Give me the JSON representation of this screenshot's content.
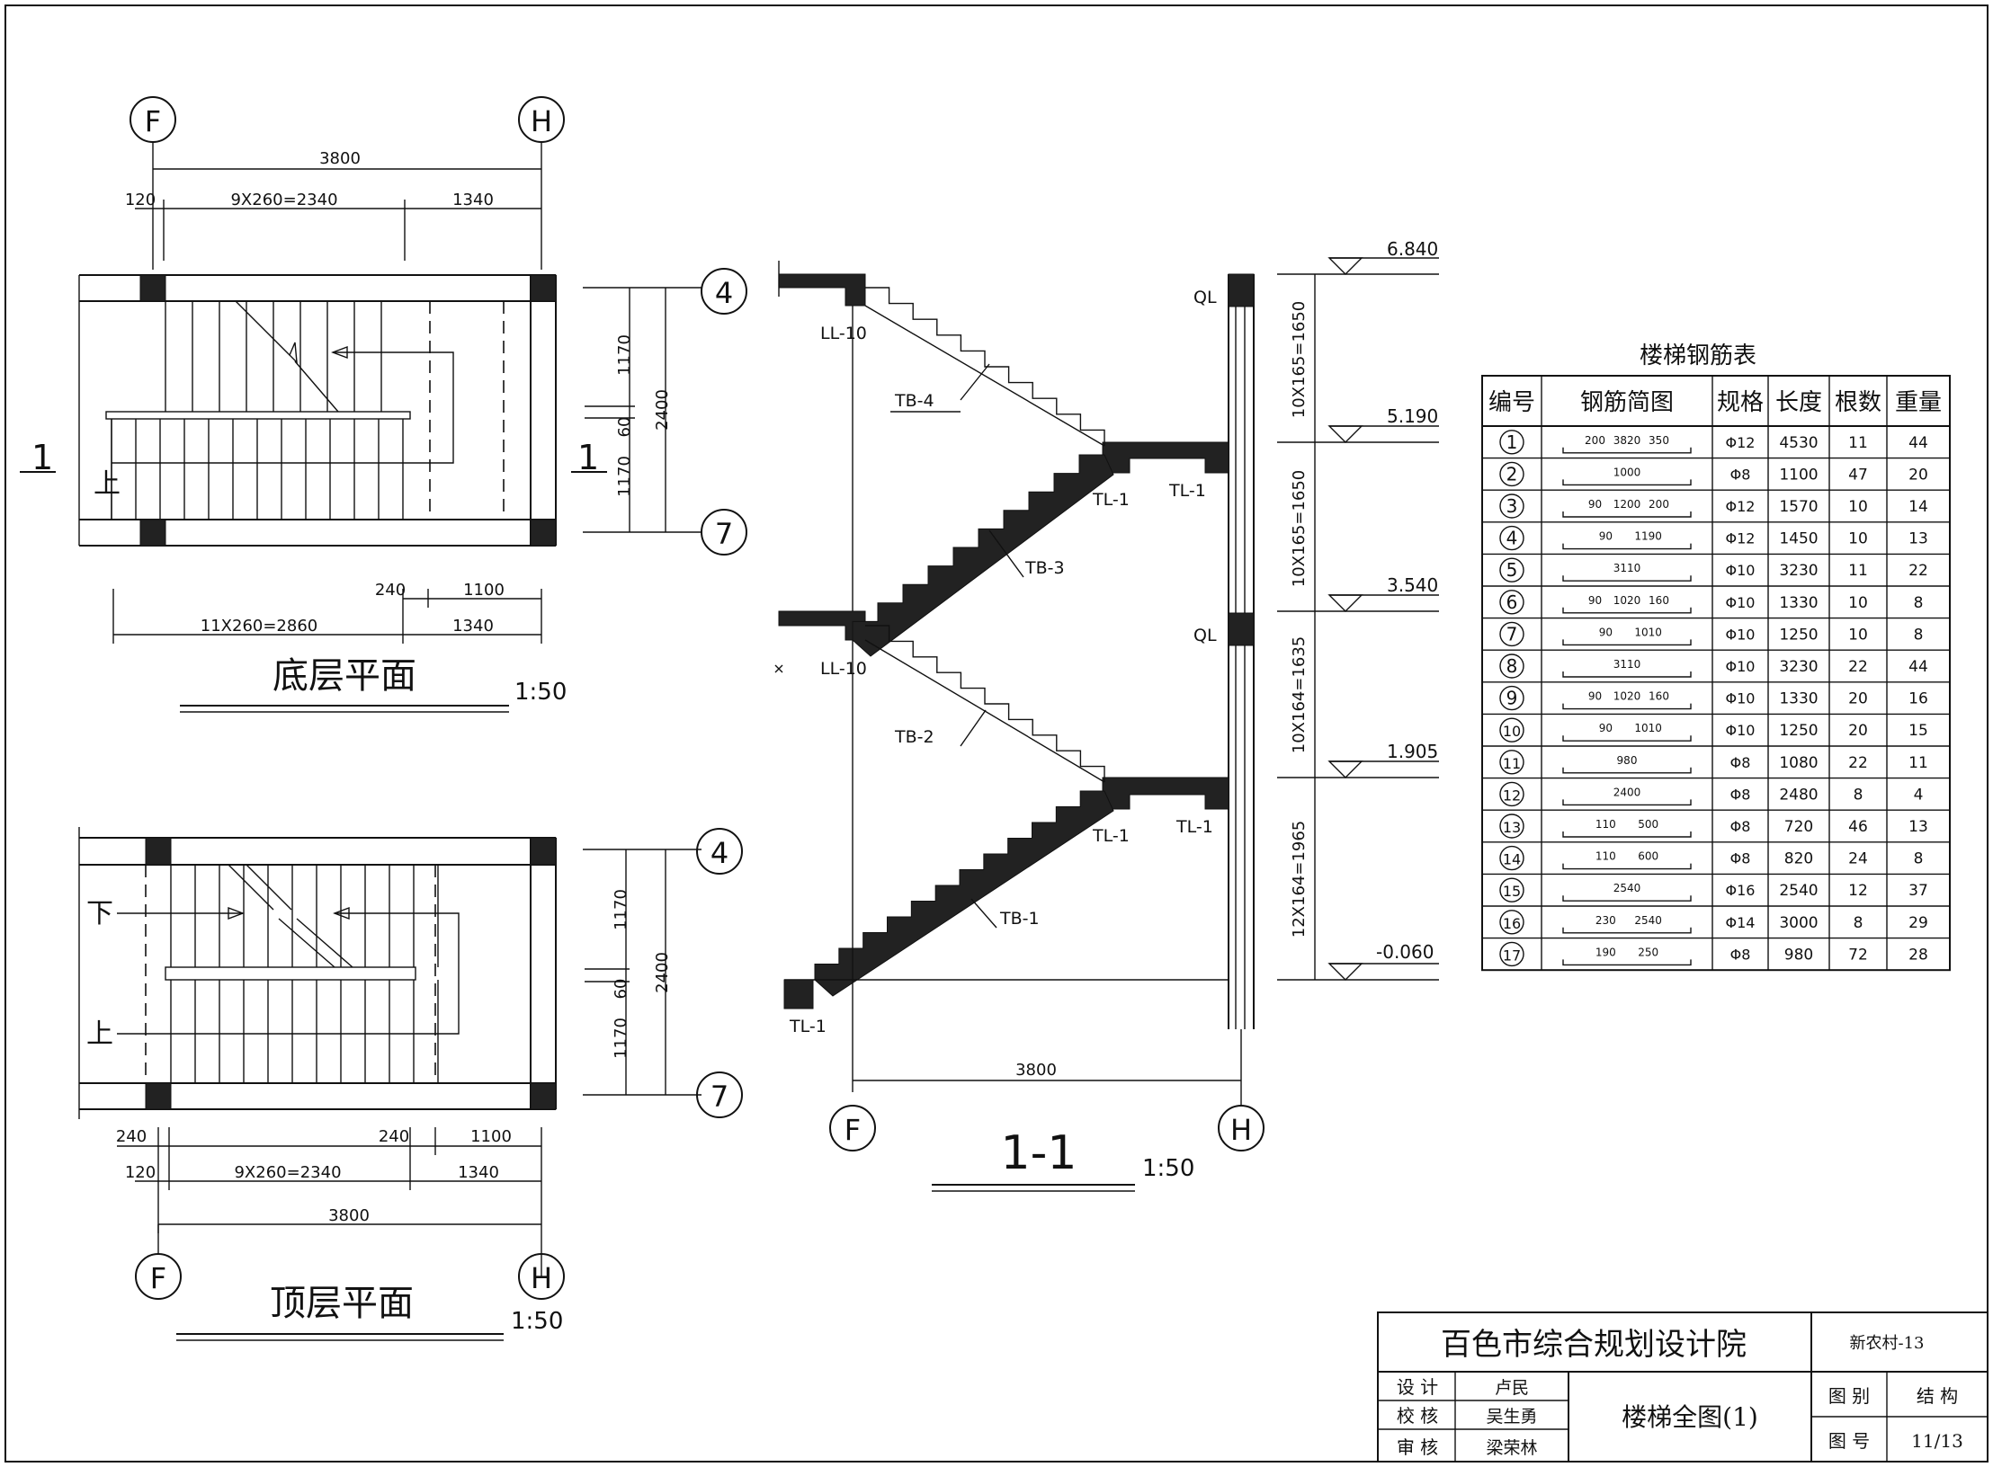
{
  "ground_plan": {
    "axis_f": "F",
    "axis_h": "H",
    "axis_4": "4",
    "axis_7": "7",
    "dim_total": "3800",
    "dim_120": "120",
    "dim_treads_top": "9X260=2340",
    "dim_1340_top": "1340",
    "dim_1170_a": "1170",
    "dim_60": "60",
    "dim_1170_b": "1170",
    "dim_2400": "2400",
    "dim_240": "240",
    "dim_1100": "1100",
    "dim_treads_bottom": "11X260=2860",
    "dim_1340_bottom": "1340",
    "up_label": "上",
    "section_mark": "1",
    "title": "底层平面",
    "scale": "1:50"
  },
  "top_plan": {
    "axis_f": "F",
    "axis_h": "H",
    "axis_4": "4",
    "axis_7": "7",
    "dim_1170_a": "1170",
    "dim_60": "60",
    "dim_1170_b": "1170",
    "dim_2400": "2400",
    "dim_240_left": "240",
    "dim_240_right": "240",
    "dim_1100": "1100",
    "dim_120": "120",
    "dim_treads": "9X260=2340",
    "dim_1340": "1340",
    "dim_total": "3800",
    "down_label": "下",
    "up_label": "上",
    "title": "顶层平面",
    "scale": "1:50"
  },
  "section": {
    "ll_top": "LL-10",
    "ll_mid": "LL-10",
    "tb1": "TB-1",
    "tb2": "TB-2",
    "tb3": "TB-3",
    "tb4": "TB-4",
    "tl1_a": "TL-1",
    "tl1_b": "TL-1",
    "tl1_c": "TL-1",
    "tl1_d": "TL-1",
    "tl1_e": "TL-1",
    "ql_top": "QL",
    "ql_mid": "QL",
    "dim_3800": "3800",
    "axis_f": "F",
    "axis_h": "H",
    "title": "1-1",
    "scale": "1:50",
    "rise_1": "10X165=1650",
    "rise_2": "10X165=1650",
    "rise_3": "10X164=1635",
    "rise_4": "12X164=1965",
    "elev_6840": "6.840",
    "elev_5190": "5.190",
    "elev_3540": "3.540",
    "elev_1905": "1.905",
    "elev_0060": "-0.060"
  },
  "rebar_table": {
    "title": "楼梯钢筋表",
    "headers": [
      "编号",
      "钢筋简图",
      "规格",
      "长度",
      "根数",
      "重量"
    ],
    "rows": [
      {
        "no": "1",
        "sketch": [
          "200",
          "3820",
          "350"
        ],
        "spec": "Φ12",
        "length": "4530",
        "count": "11",
        "weight": "44"
      },
      {
        "no": "2",
        "sketch": [
          "1000"
        ],
        "spec": "Φ8",
        "length": "1100",
        "count": "47",
        "weight": "20"
      },
      {
        "no": "3",
        "sketch": [
          "90",
          "1200",
          "200"
        ],
        "spec": "Φ12",
        "length": "1570",
        "count": "10",
        "weight": "14"
      },
      {
        "no": "4",
        "sketch": [
          "90",
          "1190"
        ],
        "spec": "Φ12",
        "length": "1450",
        "count": "10",
        "weight": "13"
      },
      {
        "no": "5",
        "sketch": [
          "3110"
        ],
        "spec": "Φ10",
        "length": "3230",
        "count": "11",
        "weight": "22"
      },
      {
        "no": "6",
        "sketch": [
          "90",
          "1020",
          "160"
        ],
        "spec": "Φ10",
        "length": "1330",
        "count": "10",
        "weight": "8"
      },
      {
        "no": "7",
        "sketch": [
          "90",
          "1010"
        ],
        "spec": "Φ10",
        "length": "1250",
        "count": "10",
        "weight": "8"
      },
      {
        "no": "8",
        "sketch": [
          "3110"
        ],
        "spec": "Φ10",
        "length": "3230",
        "count": "22",
        "weight": "44"
      },
      {
        "no": "9",
        "sketch": [
          "90",
          "1020",
          "160"
        ],
        "spec": "Φ10",
        "length": "1330",
        "count": "20",
        "weight": "16"
      },
      {
        "no": "10",
        "sketch": [
          "90",
          "1010"
        ],
        "spec": "Φ10",
        "length": "1250",
        "count": "20",
        "weight": "15"
      },
      {
        "no": "11",
        "sketch": [
          "980"
        ],
        "spec": "Φ8",
        "length": "1080",
        "count": "22",
        "weight": "11"
      },
      {
        "no": "12",
        "sketch": [
          "2400"
        ],
        "spec": "Φ8",
        "length": "2480",
        "count": "8",
        "weight": "4"
      },
      {
        "no": "13",
        "sketch": [
          "110",
          "500"
        ],
        "spec": "Φ8",
        "length": "720",
        "count": "46",
        "weight": "13"
      },
      {
        "no": "14",
        "sketch": [
          "110",
          "600"
        ],
        "spec": "Φ8",
        "length": "820",
        "count": "24",
        "weight": "8"
      },
      {
        "no": "15",
        "sketch": [
          "2540"
        ],
        "spec": "Φ16",
        "length": "2540",
        "count": "12",
        "weight": "37"
      },
      {
        "no": "16",
        "sketch": [
          "230",
          "2540"
        ],
        "spec": "Φ14",
        "length": "3000",
        "count": "8",
        "weight": "29"
      },
      {
        "no": "17",
        "sketch": [
          "190",
          "250"
        ],
        "spec": "Φ8",
        "length": "980",
        "count": "72",
        "weight": "28"
      }
    ]
  },
  "title_block": {
    "company": "百色市综合规划设计院",
    "project": "新农村-13",
    "role_design": "设  计",
    "role_check": "校  核",
    "role_review": "审  核",
    "designer": "卢民",
    "checker": "吴生勇",
    "reviewer": "梁荣林",
    "drawing_title": "楼梯全图(1)",
    "label_category": "图  别",
    "category": "结 构",
    "label_number": "图  号",
    "sheet_number": "11/13"
  }
}
